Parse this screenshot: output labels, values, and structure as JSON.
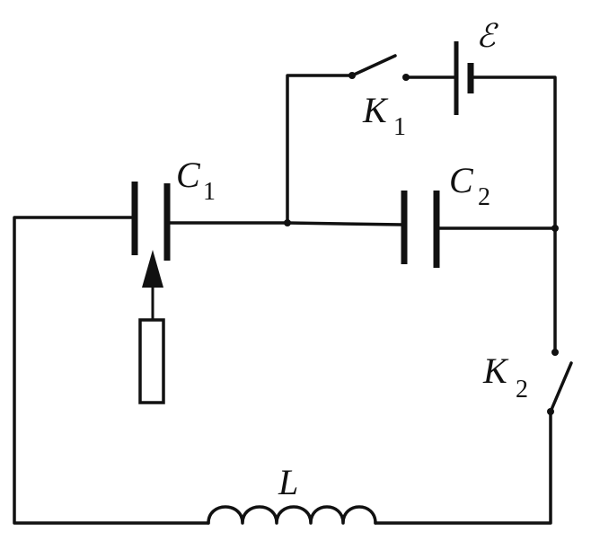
{
  "labels": {
    "c1": {
      "main": "C",
      "sub": "1"
    },
    "c2": {
      "main": "C",
      "sub": "2"
    },
    "k1": {
      "main": "K",
      "sub": "1"
    },
    "k2": {
      "main": "K",
      "sub": "2"
    },
    "inductor": "L",
    "emf": "ℰ"
  }
}
